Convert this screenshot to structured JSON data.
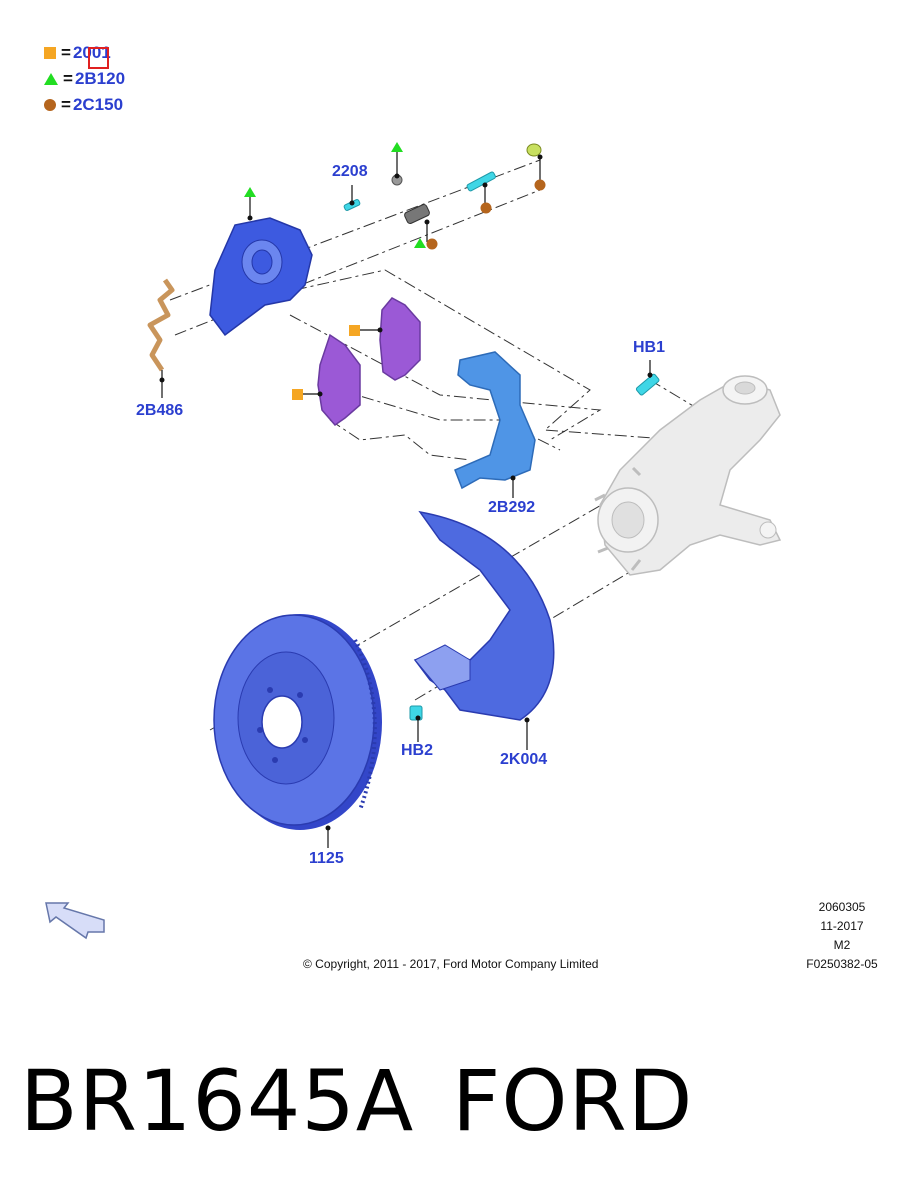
{
  "legend": [
    {
      "symbol": "square",
      "color": "#f5a623",
      "code": "2001"
    },
    {
      "symbol": "triangle",
      "color": "#22dd22",
      "code": "2B120"
    },
    {
      "symbol": "circle",
      "color": "#b5651d",
      "code": "2C150"
    }
  ],
  "legend_eq": "=",
  "parts": {
    "p2208": "2208",
    "p2B486": "2B486",
    "pHB1": "HB1",
    "p2B292": "2B292",
    "pHB2": "HB2",
    "p2K004": "2K004",
    "p1125": "1125"
  },
  "copyright": "© Copyright, 2011 - 2017, Ford Motor Company Limited",
  "meta": {
    "code": "2060305",
    "date": "11-2017",
    "rev": "M2",
    "fig": "F0250382-05"
  },
  "product": {
    "part_number": "BR1645A",
    "brand": "FORD"
  },
  "colors": {
    "label_blue": "#2b3fcf",
    "caliper_blue": "#3d5ae0",
    "pad_purple": "#9b59d6",
    "bracket_blue": "#4d8fe0",
    "disc_blue": "#4a63d8",
    "knuckle_grey": "#e6e6e6",
    "clip_tan": "#c9955b",
    "pin_cyan": "#3fd6e6"
  }
}
